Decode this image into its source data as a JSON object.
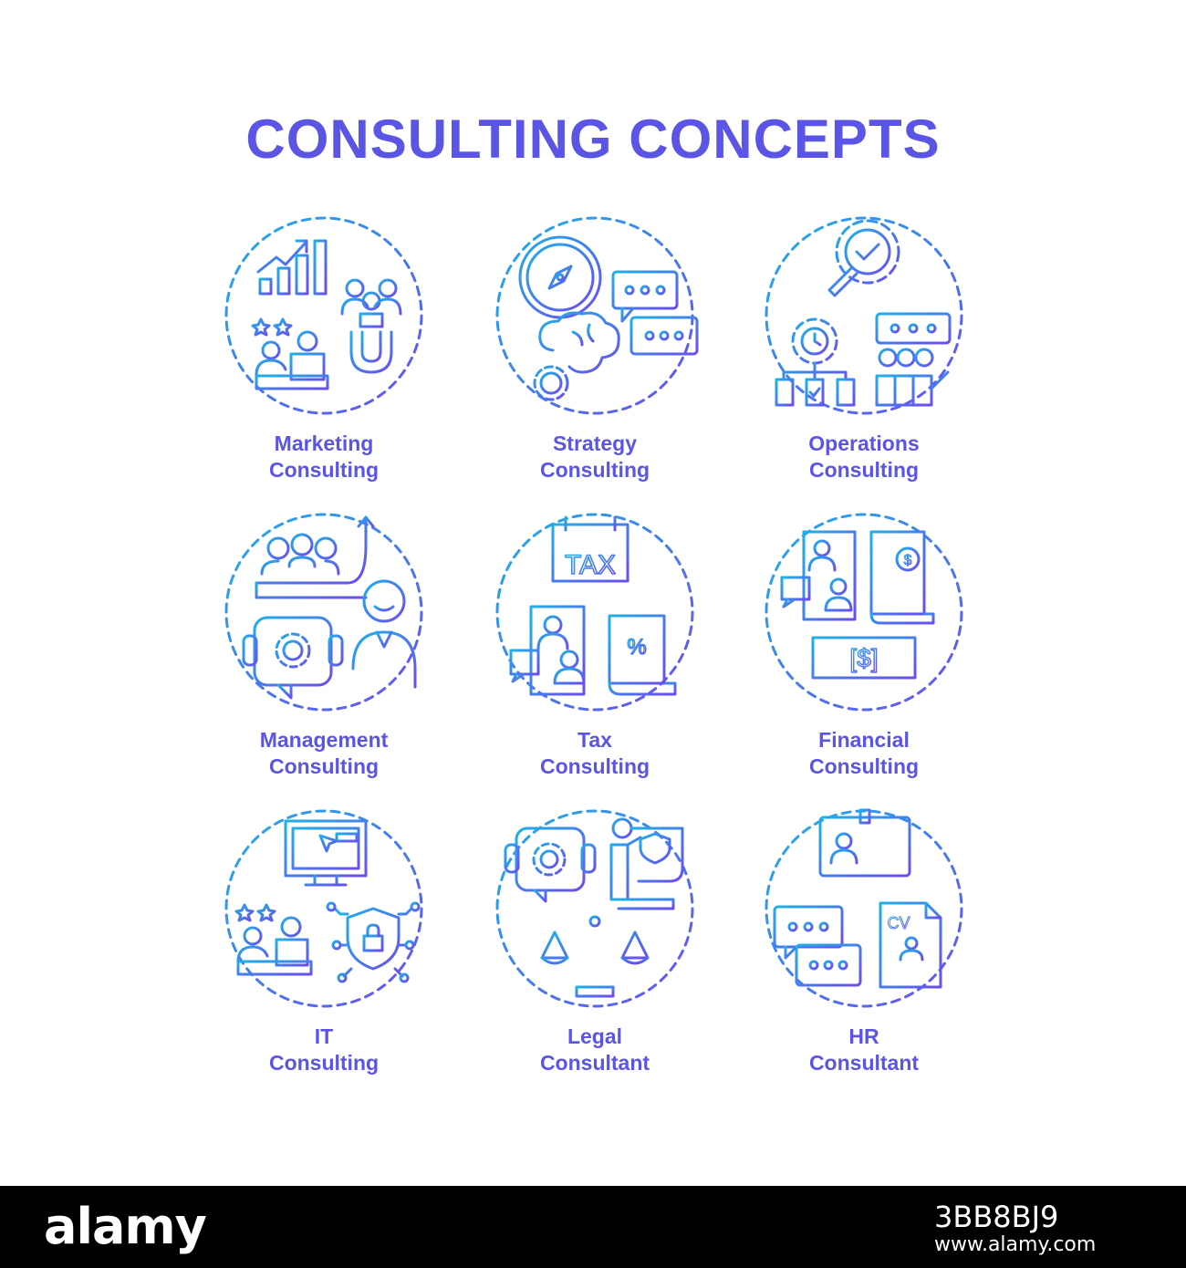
{
  "title": "CONSULTING CONCEPTS",
  "colors": {
    "gradient_start": "#1fb0e8",
    "gradient_end": "#6a4df2",
    "title": "#5b55e6"
  },
  "items": [
    {
      "icon": "marketing-icon",
      "line1": "Marketing",
      "line2": "Consulting"
    },
    {
      "icon": "strategy-icon",
      "line1": "Strategy",
      "line2": "Consulting"
    },
    {
      "icon": "operations-icon",
      "line1": "Operations",
      "line2": "Consulting"
    },
    {
      "icon": "management-icon",
      "line1": "Management",
      "line2": "Consulting"
    },
    {
      "icon": "tax-icon",
      "line1": "Tax",
      "line2": "Consulting"
    },
    {
      "icon": "financial-icon",
      "line1": "Financial",
      "line2": "Consulting"
    },
    {
      "icon": "it-icon",
      "line1": "IT",
      "line2": "Consulting"
    },
    {
      "icon": "legal-icon",
      "line1": "Legal",
      "line2": "Consultant"
    },
    {
      "icon": "hr-icon",
      "line1": "HR",
      "line2": "Consultant"
    }
  ],
  "icon_text": {
    "tax": "TAX",
    "percent": "%",
    "dollar": "$",
    "money": "[$]",
    "cv": "CV"
  },
  "footer": {
    "brand": "alamy",
    "image_id": "3BB8BJ9",
    "url": "www.alamy.com"
  }
}
